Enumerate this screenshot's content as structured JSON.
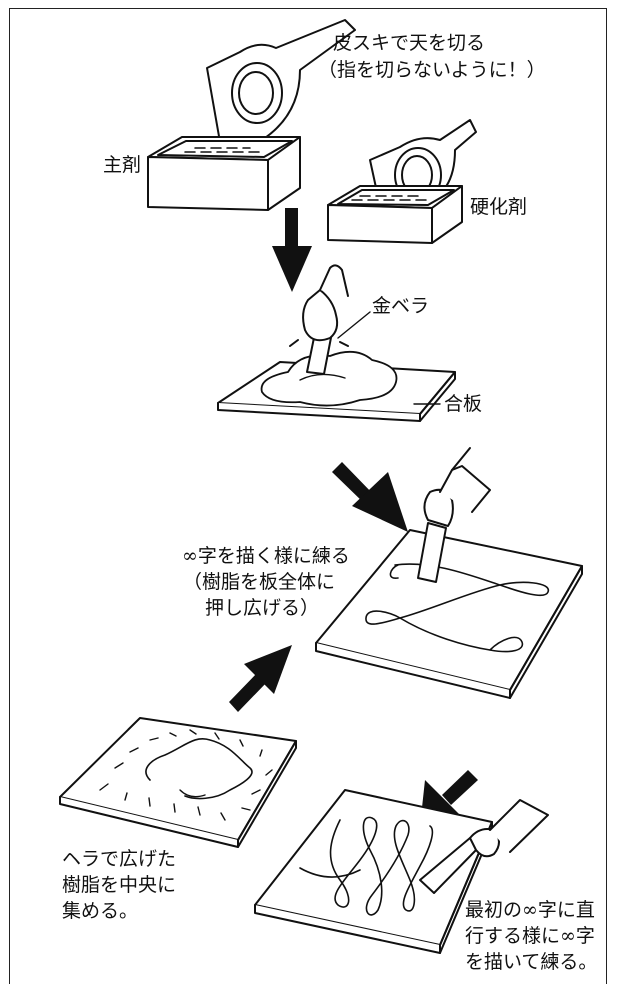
{
  "labels": {
    "cut_lid": "皮スキで天を切る",
    "cut_lid_note": "（指を切らないように！）",
    "main_agent": "主剤",
    "hardener": "硬化剤",
    "metal_spatula": "金ベラ",
    "plywood": "合板",
    "knead_fig8_line1": "∞字を描く様に練る",
    "knead_fig8_line2": "（樹脂を板全体に",
    "knead_fig8_line3": "押し広げる）",
    "gather_line1": "ヘラで広げた",
    "gather_line2": "樹脂を中央に",
    "gather_line3": "集める。",
    "cross_line1": "最初の∞字に直",
    "cross_line2": "行する様に∞字",
    "cross_line3": "を描いて練る。"
  },
  "colors": {
    "ink": "#111111",
    "background": "#ffffff"
  },
  "icons": [
    "down-arrow-icon",
    "diagonal-down-right-arrow-icon",
    "diagonal-up-right-arrow-icon",
    "diagonal-down-left-arrow-icon"
  ]
}
